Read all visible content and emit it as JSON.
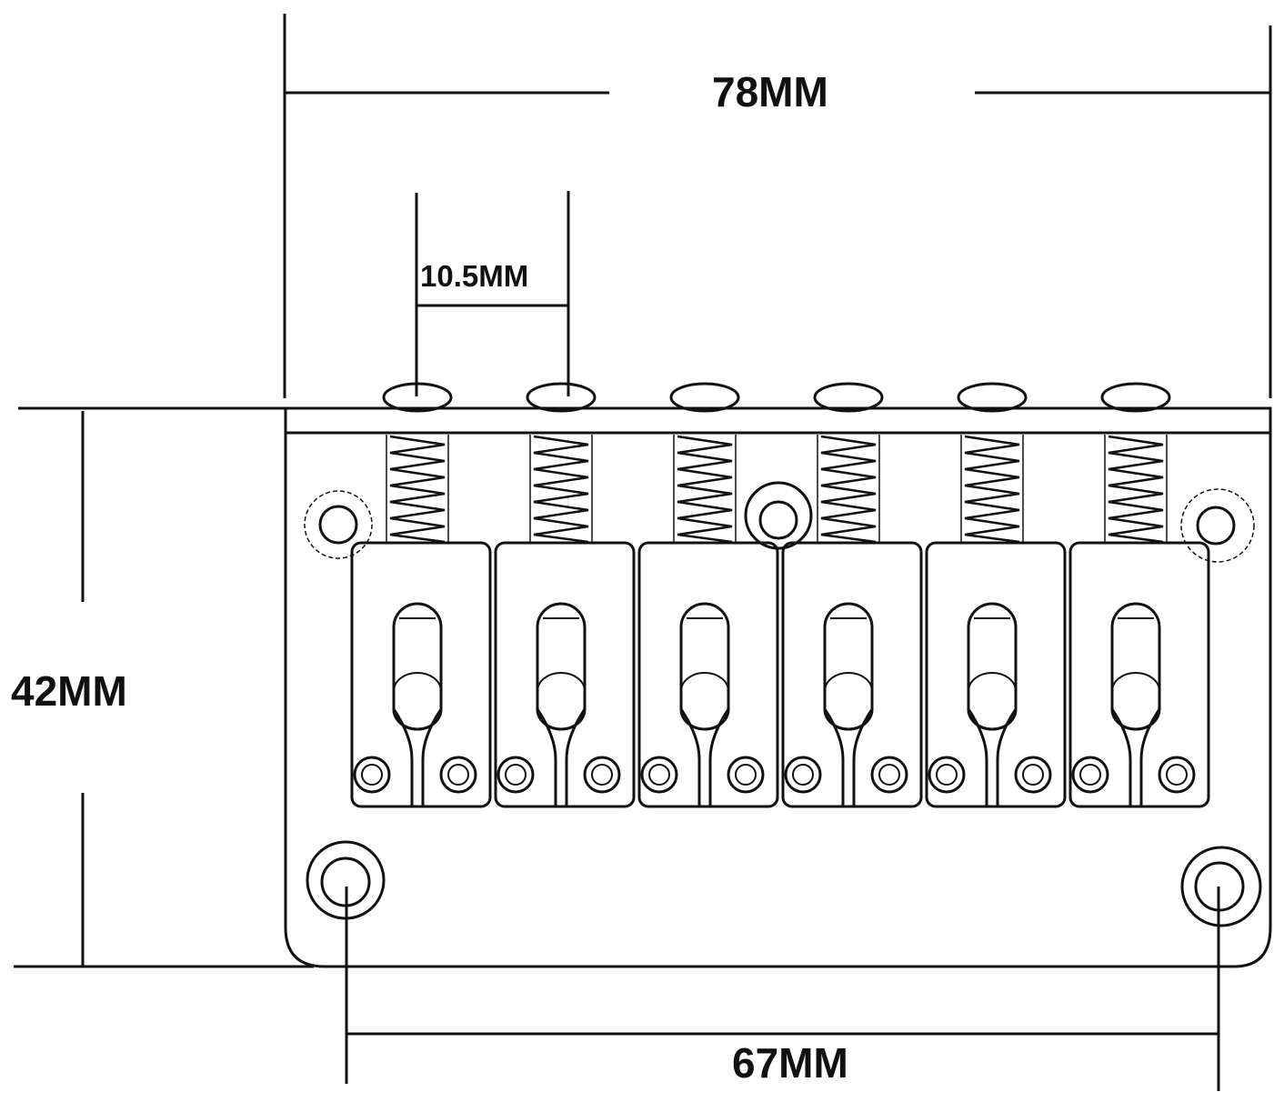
{
  "dimensions": {
    "overall_width": "78MM",
    "string_spacing": "10.5MM",
    "overall_height": "42MM",
    "mounting_hole_spacing": "67MM"
  },
  "bridge": {
    "saddle_count": 6
  },
  "colors": {
    "line": "#111111",
    "background": "#ffffff"
  }
}
